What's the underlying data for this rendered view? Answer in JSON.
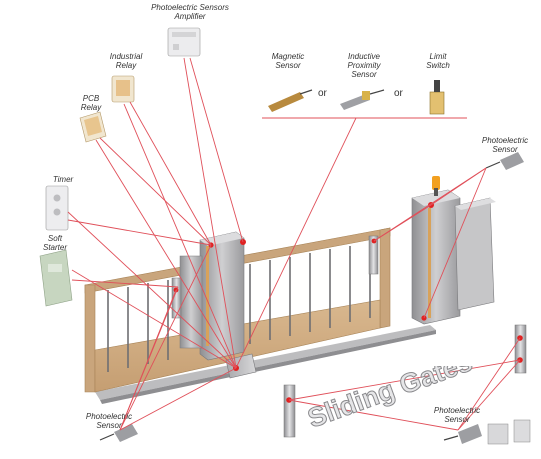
{
  "labels": {
    "amplifier": "Photoelectric Sensors\nAmplifier",
    "industrial_relay": "Industrial\nRelay",
    "pcb_relay": "PCB\nRelay",
    "timer": "Timer",
    "soft_starter": "Soft\nStarter",
    "magnetic_sensor": "Magnetic\nSensor",
    "inductive_sensor": "Inductive\nProximity\nSensor",
    "limit_switch": "Limit\nSwitch",
    "photo_right": "Photoelectric\nSensor",
    "photo_bottom_left": "Photoelectric\nSensor",
    "photo_bottom_right": "Photoelectric\nSensor",
    "or_1": "or",
    "or_2": "or"
  },
  "title": "Sliding Gates",
  "colors": {
    "leader_line": "#e0505a",
    "gate_frame": "#c9a57c",
    "metal": "#a9a9ab",
    "indicator": "#e02222"
  }
}
